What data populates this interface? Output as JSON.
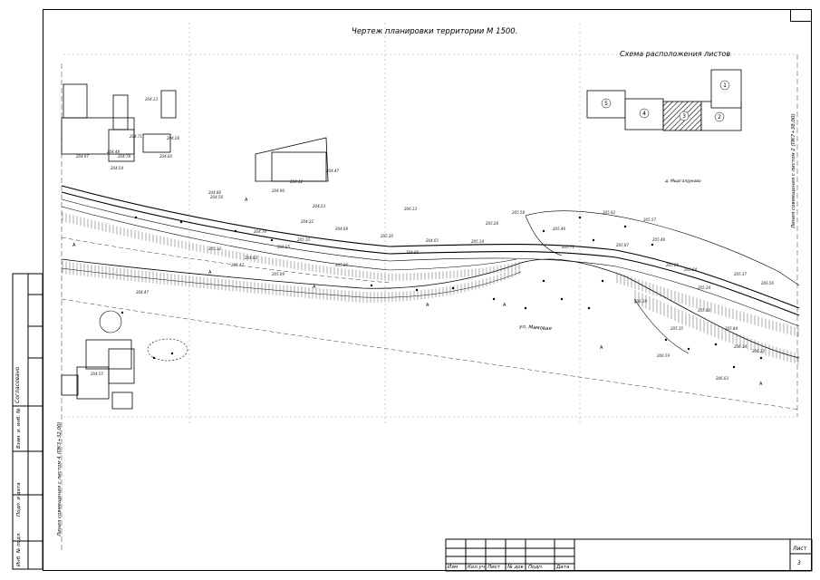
{
  "drawing": {
    "title": "Чертеж планировки территории М 1500.",
    "scheme_title": "Схема расположения листов",
    "sheets_scheme": [
      {
        "num": "1",
        "current": false
      },
      {
        "num": "2",
        "current": false
      },
      {
        "num": "3",
        "current": true
      },
      {
        "num": "4",
        "current": false
      },
      {
        "num": "5",
        "current": false
      }
    ],
    "match_line_right": "Линия совмещения с листом 2 (ПК7+38,00)",
    "match_line_left": "Линия совмещения с листом 4 (ПК3+32,00)",
    "street_label": "ул. Мамовая",
    "area_label": "д. Мыргал@ково",
    "elevations": [
      "204.13",
      "204.71",
      "204.97",
      "204.48",
      "204.28",
      "204.78",
      "204.60",
      "204.54",
      "204.86",
      "204.56",
      "204.90",
      "204.42",
      "204.47",
      "204.23",
      "204.22",
      "204.68",
      "204.76",
      "205.10",
      "205.05",
      "204.82",
      "205.12",
      "205.47",
      "205.09",
      "205.05",
      "205.20",
      "206.13",
      "204.65",
      "204.85",
      "205.14",
      "205.28",
      "205.58",
      "205.46",
      "205.71",
      "205.92",
      "205.87",
      "205.57",
      "205.48",
      "205.06",
      "205.04",
      "205.24",
      "205.37",
      "206.56",
      "206.39",
      "205.35",
      "205.60",
      "205.84",
      "206.14",
      "206.22",
      "206.03",
      "206.59",
      "204.47",
      "204.55"
    ]
  },
  "stamp_left": {
    "labels": [
      "Согласовано",
      "Взам. и. инб. №",
      "Подп. и дата",
      "Инб. № подл."
    ]
  },
  "title_block": {
    "columns": [
      "Изм",
      "Кол.уч",
      "Лист",
      "№ док",
      "Подп.",
      "Дата"
    ],
    "sheet_label": "Лист",
    "sheet_number": "3"
  }
}
